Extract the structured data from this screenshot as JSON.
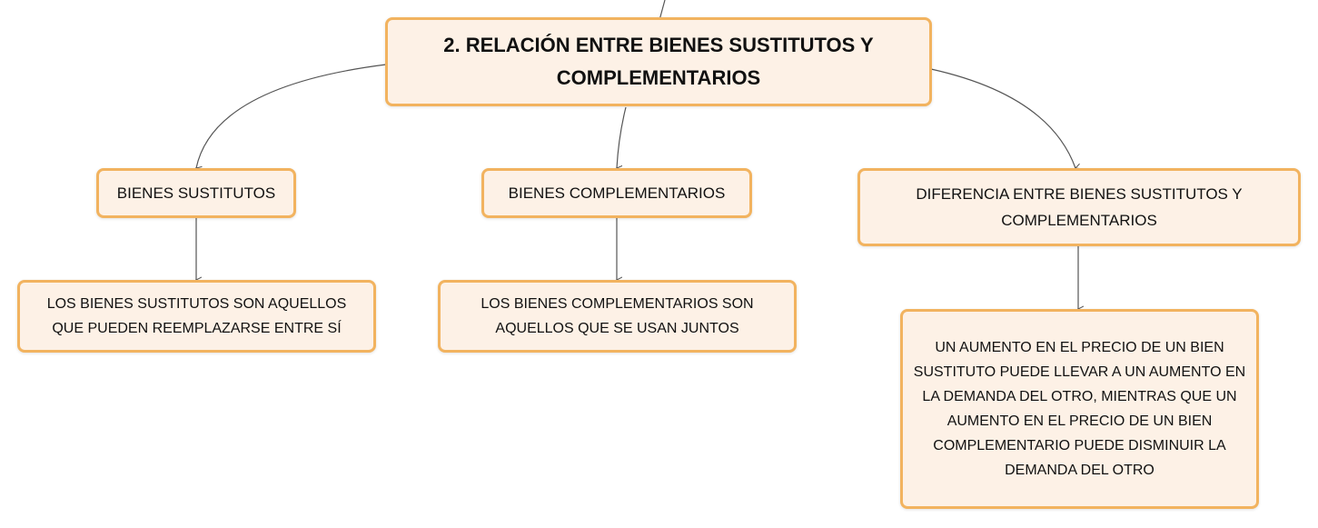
{
  "root": {
    "label": "2. RELACIÓN ENTRE BIENES SUSTITUTOS Y COMPLEMENTARIOS"
  },
  "topics": [
    {
      "label": "BIENES SUSTITUTOS",
      "child": "LOS BIENES SUSTITUTOS SON AQUELLOS QUE PUEDEN REEMPLAZARSE ENTRE SÍ"
    },
    {
      "label": "BIENES COMPLEMENTARIOS",
      "child": "LOS BIENES COMPLEMENTARIOS SON AQUELLOS QUE SE USAN JUNTOS"
    },
    {
      "label": "DIFERENCIA ENTRE BIENES SUSTITUTOS Y COMPLEMENTARIOS",
      "child": "UN AUMENTO EN EL PRECIO DE UN BIEN SUSTITUTO PUEDE LLEVAR A UN AUMENTO EN LA DEMANDA DEL OTRO, MIENTRAS QUE UN AUMENTO EN EL PRECIO DE UN BIEN COMPLEMENTARIO PUEDE DISMINUIR LA DEMANDA DEL OTRO"
    }
  ],
  "colors": {
    "border": "#f2b35f",
    "fill": "#fdf1e6",
    "connector": "#555555"
  }
}
